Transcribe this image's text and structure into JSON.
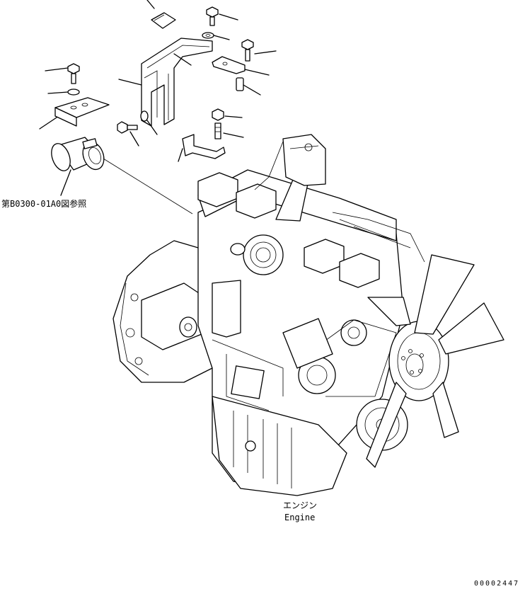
{
  "reference_note": "第B0300-01A0図参照",
  "engine_label_jp": "エンジン",
  "engine_label_en": "Engine",
  "drawing_number": "00002447"
}
